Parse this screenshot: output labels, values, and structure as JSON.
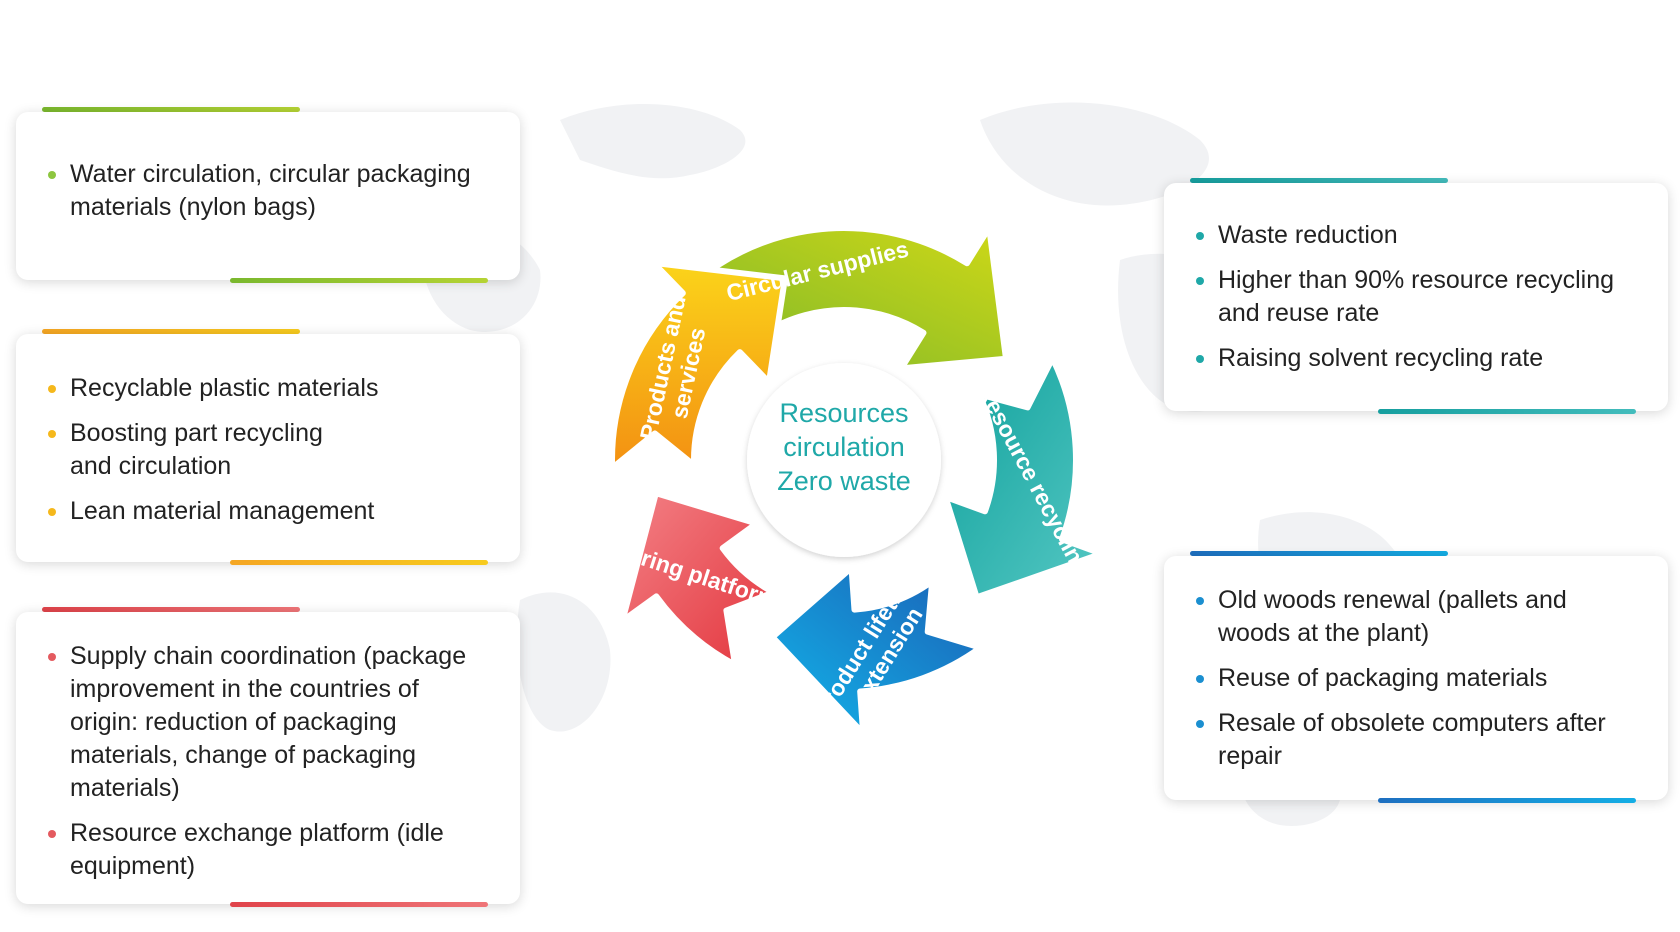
{
  "center": {
    "line1": "Resources",
    "line2": "circulation",
    "line3": "Zero waste"
  },
  "cycle": [
    {
      "label": "Circular supplies",
      "color_start": "#7ab82e",
      "color_end": "#c8d41a"
    },
    {
      "label": "Resource recycling",
      "color_start": "#16a39e",
      "color_end": "#4cc3bf"
    },
    {
      "label_line1": "Product lifetime",
      "label_line2": "extension",
      "color_start": "#1e6fc0",
      "color_end": "#14aee5"
    },
    {
      "label": "Sharing platform",
      "color_start": "#e0434a",
      "color_end": "#f07f82"
    },
    {
      "label_line1": "Products and",
      "label_line2": "services",
      "color_start": "#f6ce16",
      "color_end": "#f59a14"
    }
  ],
  "cards": {
    "circular_supplies": {
      "accent": "#8dc63f",
      "items": [
        "Water circulation, circular packaging materials (nylon bags)"
      ]
    },
    "products_services": {
      "accent": "#f5b81c",
      "items": [
        "Recyclable plastic materials",
        "Boosting part recycling and circulation",
        "Lean material management"
      ]
    },
    "sharing_platform": {
      "accent": "#e45a5f",
      "items": [
        "Supply chain coordination (package improvement in the countries of origin: reduction of packaging materials, change of packaging materials)",
        "Resource exchange platform (idle equipment)"
      ]
    },
    "resource_recycling": {
      "accent": "#1fa8a8",
      "items": [
        "Waste reduction",
        "Higher than 90% resource recycling and reuse rate",
        "Raising solvent recycling rate"
      ]
    },
    "lifetime_extension": {
      "accent": "#1b8fd0",
      "items": [
        "Old woods renewal (pallets and woods at the plant)",
        "Reuse of packaging materials",
        "Resale of obsolete computers after repair"
      ]
    }
  }
}
